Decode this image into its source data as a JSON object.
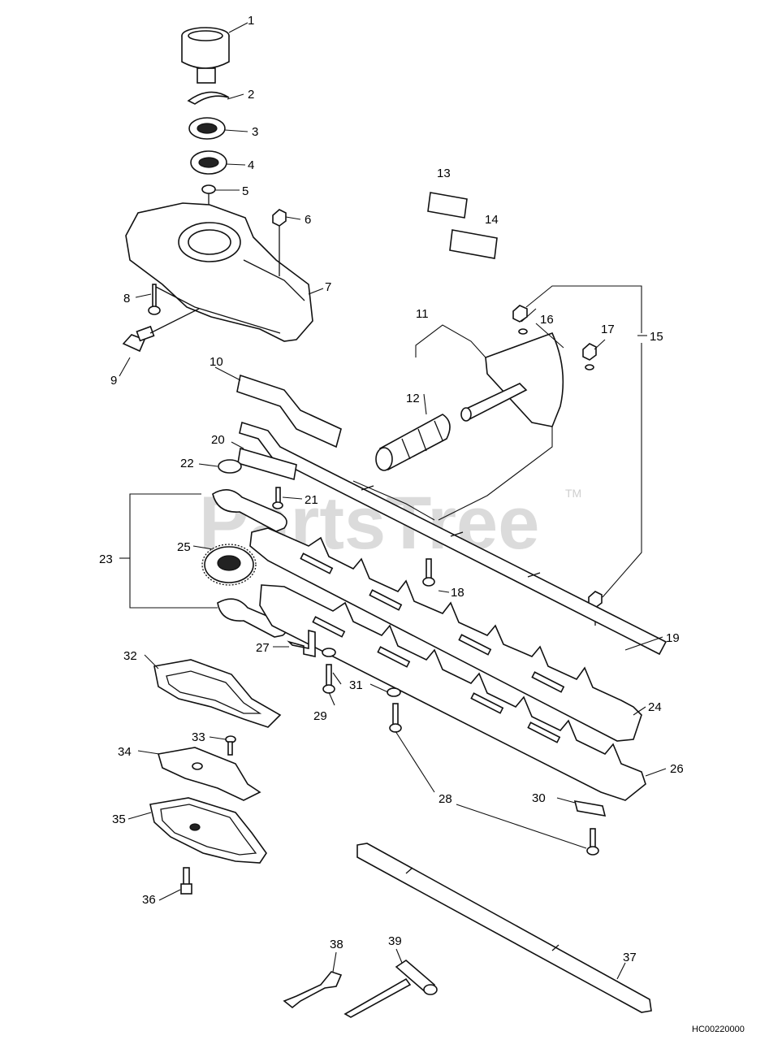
{
  "watermark": {
    "text": "PartsTree",
    "tm": "TM"
  },
  "diagram_code": "HC00220000",
  "callouts": {
    "c1": "1",
    "c2": "2",
    "c3": "3",
    "c4": "4",
    "c5": "5",
    "c6": "6",
    "c7": "7",
    "c8": "8",
    "c9": "9",
    "c10": "10",
    "c11": "11",
    "c12": "12",
    "c13": "13",
    "c14": "14",
    "c15": "15",
    "c16": "16",
    "c17": "17",
    "c18": "18",
    "c19": "19",
    "c20": "20",
    "c21": "21",
    "c22": "22",
    "c23": "23",
    "c24": "24",
    "c25": "25",
    "c26": "26",
    "c27": "27",
    "c28": "28",
    "c29": "29",
    "c30": "30",
    "c31": "31",
    "c32": "32",
    "c33": "33",
    "c34": "34",
    "c35": "35",
    "c36": "36",
    "c37": "37",
    "c38": "38",
    "c39": "39"
  }
}
